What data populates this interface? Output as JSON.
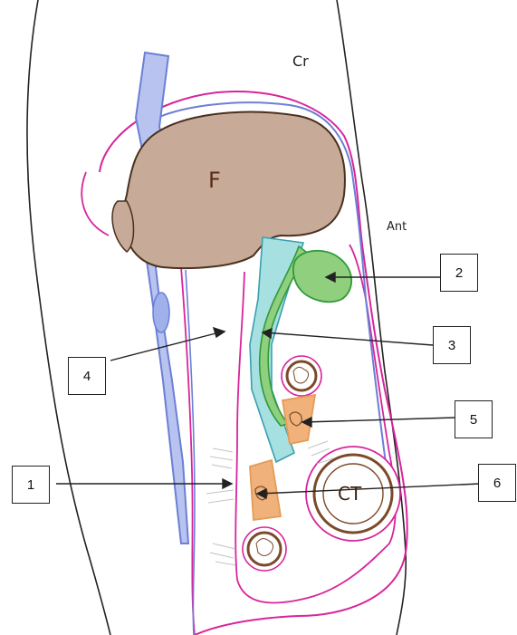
{
  "labels": {
    "cr_top": "Cr",
    "ant": "Ant",
    "f": "F",
    "ct": "CT"
  },
  "callouts": [
    "1",
    "2",
    "3",
    "4",
    "5",
    "6"
  ],
  "colors": {
    "blue_vessel": "#6b7fd6",
    "blue_fill": "#b8c4ef",
    "magenta": "#d8259b",
    "liver_fill": "#c7ab98",
    "liver_edge": "#4a3020",
    "green": "#2f9a3a",
    "green_fill": "#8fcf7e",
    "cyan_fill": "#a6e0e0",
    "orange": "#e69a55",
    "gut_brown": "#7a4a2a",
    "outline": "#222222"
  }
}
